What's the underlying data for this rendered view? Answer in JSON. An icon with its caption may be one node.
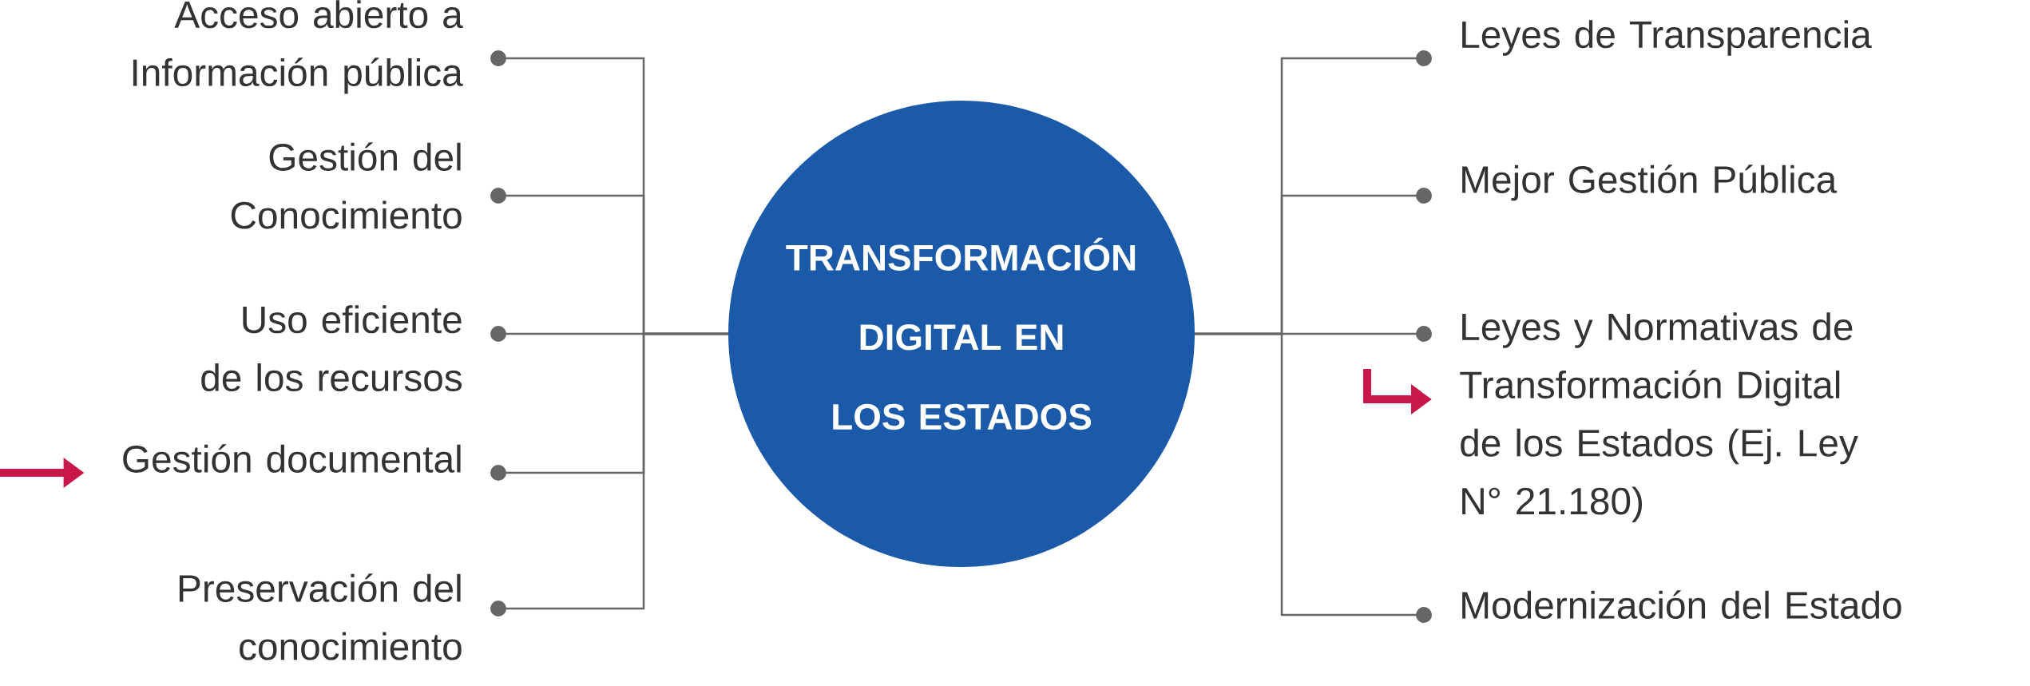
{
  "diagram": {
    "nodes": [
      {
        "text": [
          "TRANSFORMACIÓN DIGITAL EN LOS ESTADOS"
        ]
      },
      {
        "text": [
          "Acceso abierto a Información pública"
        ]
      },
      {
        "text": [
          "Gestión del Conocimiento"
        ]
      },
      {
        "text": [
          "Uso eficiente de los recursos"
        ]
      },
      {
        "text": [
          "Gestión documental"
        ]
      },
      {
        "text": [
          "Preservación del conocimiento"
        ]
      },
      {
        "text": [
          "Leyes de Transparencia"
        ]
      },
      {
        "text": [
          "Mejor Gestión Pública"
        ]
      },
      {
        "text": [
          "Leyes y Normativas de Transformación Digital de los Estados (Ej. Ley N° 21.180)"
        ]
      },
      {
        "text": [
          "Modernización del Estado"
        ]
      }
    ],
    "edges": [
      {
        "from": 0,
        "to": 1,
        "arrow": "other"
      },
      {
        "from": 0,
        "to": 2,
        "arrow": "other"
      },
      {
        "from": 0,
        "to": 3,
        "arrow": "other"
      },
      {
        "from": 0,
        "to": 4,
        "arrow": "other"
      },
      {
        "from": 0,
        "to": 5,
        "arrow": "other"
      },
      {
        "from": 0,
        "to": 6,
        "arrow": "other"
      },
      {
        "from": 0,
        "to": 7,
        "arrow": "other"
      },
      {
        "from": 0,
        "to": 8,
        "arrow": "other"
      },
      {
        "from": 0,
        "to": 9,
        "arrow": "other"
      },
      {
        "from": null,
        "to": 4,
        "arrow": "to",
        "style": "thick",
        "color": "#c8174a"
      },
      {
        "from": null,
        "to": 8,
        "arrow": "to",
        "style": "thick",
        "color": "#c8174a"
      }
    ]
  }
}
